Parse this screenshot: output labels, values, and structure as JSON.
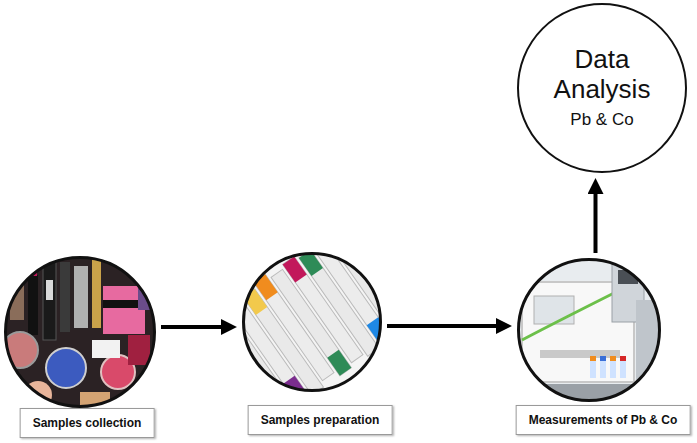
{
  "diagram": {
    "nodes": [
      {
        "text": [
          "Samples collection"
        ]
      },
      {
        "text": [
          "Samples preparation"
        ]
      },
      {
        "text": [
          "Measurements of Pb & Co"
        ]
      },
      {
        "text": [
          "Data Analysis",
          "Pb & Co"
        ]
      }
    ],
    "edges": [
      {
        "from": 0,
        "to": 1,
        "arrow": "to"
      },
      {
        "from": 1,
        "to": 2,
        "arrow": "to"
      },
      {
        "from": 2,
        "to": 3,
        "arrow": "to"
      }
    ]
  }
}
